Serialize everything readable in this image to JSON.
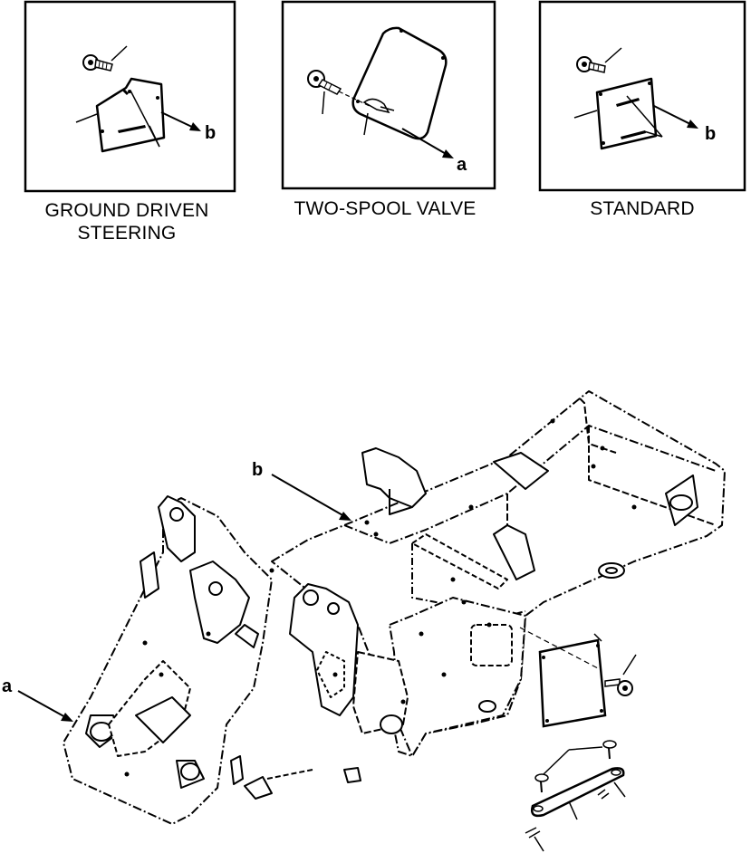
{
  "insets": [
    {
      "caption": "GROUND DRIVEN\nSTEERING",
      "callout_letter": "b"
    },
    {
      "caption": "TWO-SPOOL VALVE",
      "callout_letter": "a"
    },
    {
      "caption": "STANDARD",
      "callout_letter": "b"
    }
  ],
  "main": {
    "callouts": [
      "b",
      "a"
    ]
  }
}
